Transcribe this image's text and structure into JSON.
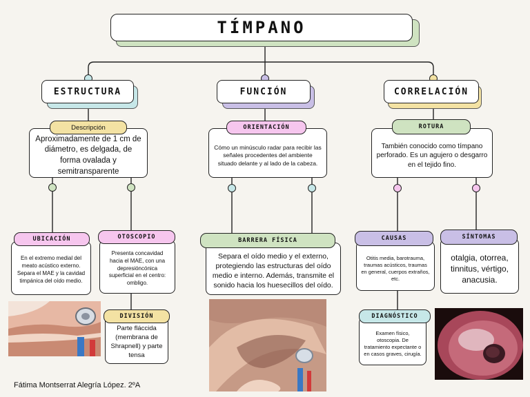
{
  "title": "TÍMPANO",
  "branches": {
    "estructura": "ESTRUCTURA",
    "funcion": "FUNCIÓN",
    "correlacion": "CORRELACIÓN"
  },
  "estructura": {
    "descripcion_label": "Descripción",
    "descripcion_text": "Aproximadamente de 1 cm de diámetro, es delgada, de forma ovalada y semitransparente",
    "ubicacion_label": "UBICACIÓN",
    "ubicacion_text": "En el extremo medial del meato acústico externo. Separa el MAE y la cavidad timpánica del oído medio.",
    "otoscopio_label": "OTOSCOPIO",
    "otoscopio_text": "Presenta concavidad hacia el MAE, con una depresióncónica superficial en el centro: ombligo.",
    "division_label": "DIVISIÓN",
    "division_text": "Parte fláccida (membrana de Shrapnell) y parte tensa"
  },
  "funcion": {
    "orientacion_label": "ORIENTACIÓN",
    "orientacion_text": "Cómo un minúsculo radar para recibir las señales procedentes del ambiente situado delante y al lado de la cabeza.",
    "barrera_label": "BARRERA FÍSICA",
    "barrera_text": "Separa el oído medio y el externo, protegiendo las estructuras del oído medio e interno. Además, transmite el sonido hacia los huesecillos del oído."
  },
  "correlacion": {
    "rotura_label": "ROTURA",
    "rotura_text": "También conocido como tímpano perforado. Es un agujero o desgarro en el tejido fino.",
    "causas_label": "CAUSAS",
    "causas_text": "Otitis media, barotrauma, traumas acústicos, traumas en general, cuerpos extraños, etc.",
    "sintomas_label": "SÍNTOMAS",
    "sintomas_text": "otalgia, otorrea, tinnitus, vértigo, anacusia.",
    "diagnostico_label": "DIAGNÓSTICO",
    "diagnostico_text": "Examen físico, otoscopia. De tratamiento expectante o en casos graves, cirugía."
  },
  "author": "Fátima Montserrat Alegría López. 2ºA",
  "colors": {
    "green": "#cfe3c1",
    "teal": "#c6e7e8",
    "lilac": "#c9bfe6",
    "yellow": "#f3e2a3",
    "pink": "#f6c6ee"
  }
}
